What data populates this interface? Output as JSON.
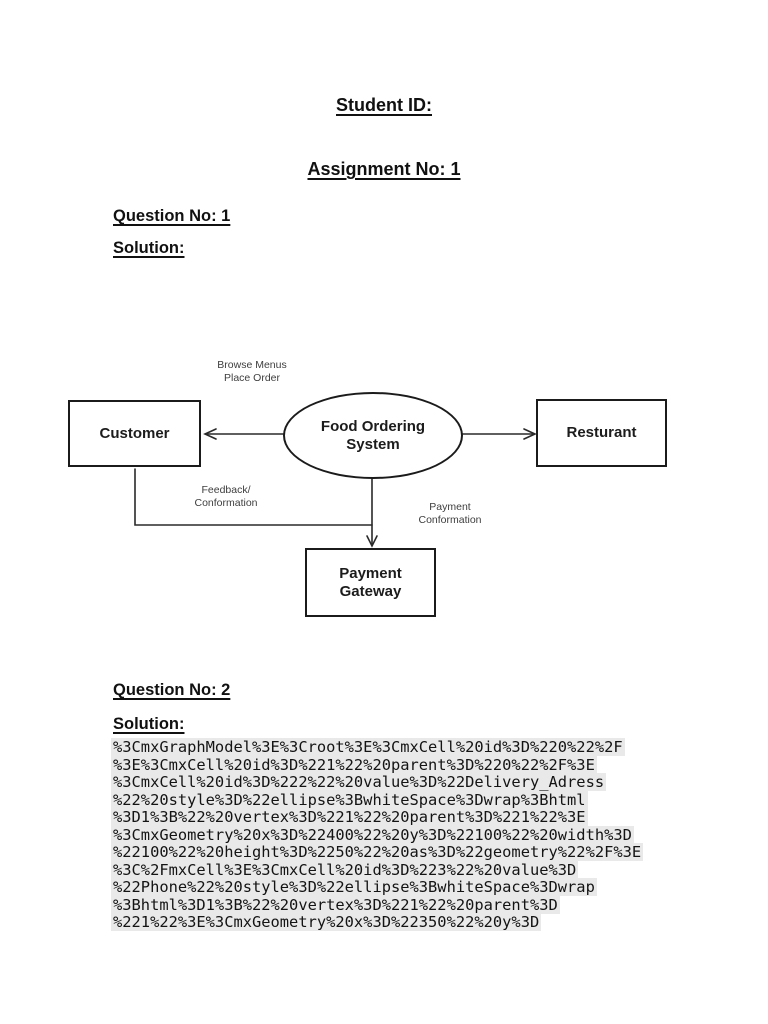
{
  "header": {
    "student_id_label": "Student ID:",
    "assignment_title": "Assignment No: 1"
  },
  "q1": {
    "heading": "Question No: 1",
    "solution_label": "Solution:"
  },
  "diagram": {
    "nodes": {
      "customer": "Customer",
      "system": "Food Ordering\nSystem",
      "resturant": "Resturant",
      "payment_gateway": "Payment\nGateway"
    },
    "edge_labels": {
      "browse": "Browse Menus\nPlace Order",
      "feedback": "Feedback/\nConformation",
      "payment_conformation": "Payment\nConformation"
    },
    "colors": {
      "stroke": "#2a2a2a",
      "node_border": "#1b1b1b"
    }
  },
  "q2": {
    "heading": "Question No: 2",
    "solution_label": "Solution:",
    "code_highlight_color": "#e9e9e9",
    "code_lines": [
      "%3CmxGraphModel%3E%3Croot%3E%3CmxCell%20id%3D%220%22%2F",
      "%3E%3CmxCell%20id%3D%221%22%20parent%3D%220%22%2F%3E",
      "%3CmxCell%20id%3D%222%22%20value%3D%22Delivery_Adress",
      "%22%20style%3D%22ellipse%3BwhiteSpace%3Dwrap%3Bhtml",
      "%3D1%3B%22%20vertex%3D%221%22%20parent%3D%221%22%3E",
      "%3CmxGeometry%20x%3D%22400%22%20y%3D%22100%22%20width%3D",
      "%22100%22%20height%3D%2250%22%20as%3D%22geometry%22%2F%3E",
      "%3C%2FmxCell%3E%3CmxCell%20id%3D%223%22%20value%3D",
      "%22Phone%22%20style%3D%22ellipse%3BwhiteSpace%3Dwrap",
      "%3Bhtml%3D1%3B%22%20vertex%3D%221%22%20parent%3D",
      "%221%22%3E%3CmxGeometry%20x%3D%22350%22%20y%3D"
    ]
  }
}
